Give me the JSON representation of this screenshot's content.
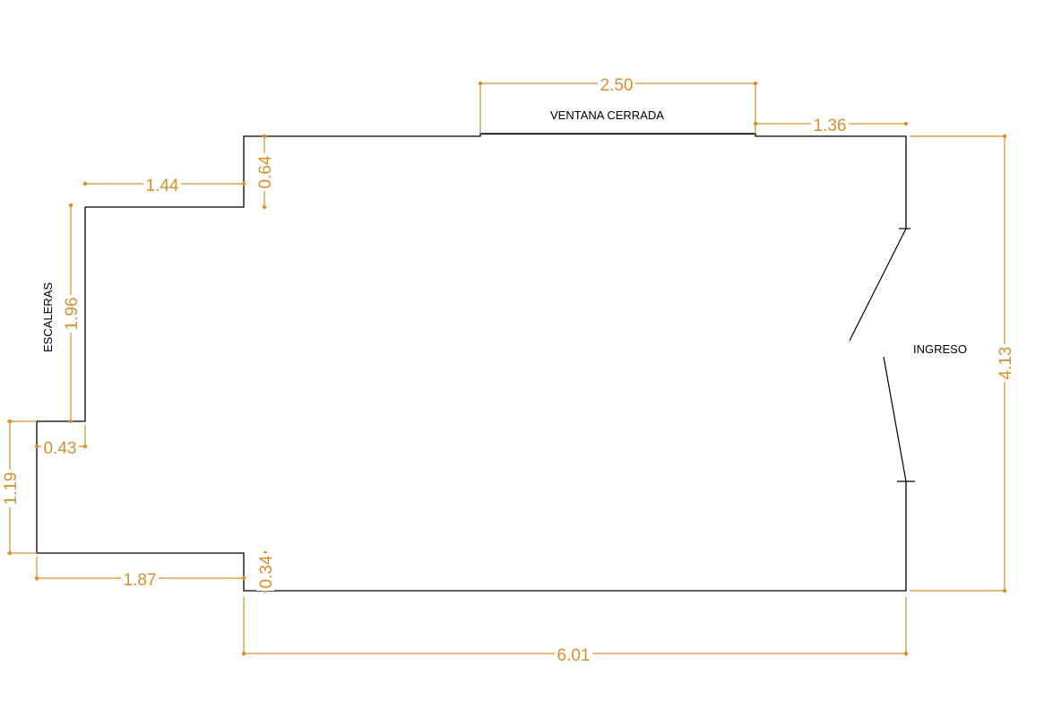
{
  "colors": {
    "wall": "#000000",
    "dimension": "#d9902a",
    "background": "#ffffff"
  },
  "labels": {
    "window": "VENTANA  CERRADA",
    "entrance": "INGRESO",
    "stairs": "ESCALERAS"
  },
  "dimensions": {
    "window_width": "2.50",
    "right_top_segment": "1.36",
    "right_height": "4.13",
    "top_left_offset": "1.44",
    "top_left_step": "0.64",
    "left_height": "1.96",
    "left_step": "0.43",
    "lower_left_height": "1.19",
    "bottom_left_width": "1.87",
    "bottom_step": "0.34",
    "total_width": "6.01"
  }
}
